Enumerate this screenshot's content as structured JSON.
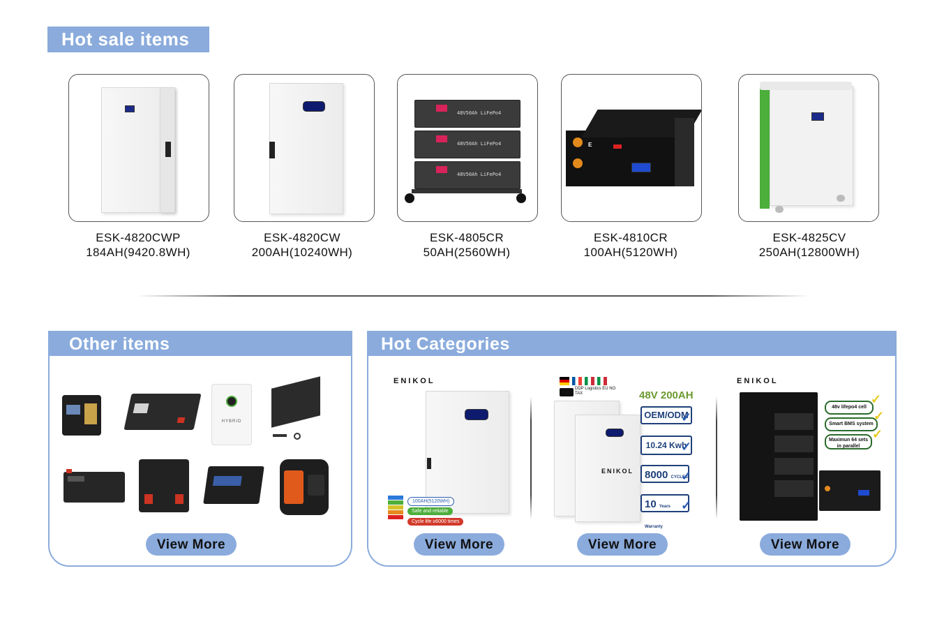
{
  "hot_sale": {
    "title": "Hot sale items",
    "products": [
      {
        "model": "ESK-4820CWP",
        "capacity": "184AH(9420.8WH)"
      },
      {
        "model": "ESK-4820CW",
        "capacity": "200AH(10240WH)"
      },
      {
        "model": "ESK-4805CR",
        "capacity": "50AH(2560WH)"
      },
      {
        "model": "ESK-4810CR",
        "capacity": "100AH(5120WH)"
      },
      {
        "model": "ESK-4825CV",
        "capacity": "250AH(12800WH)"
      }
    ]
  },
  "other_items": {
    "title": "Other items",
    "button": "View More",
    "inverter_label": "HYBRID"
  },
  "hot_categories": {
    "title": "Hot Categories",
    "brand": "ENIKOL",
    "cat1": {
      "pills": [
        "100AH(5120WH)",
        "Safe and reliable",
        "Cycle life ≥6000 times"
      ],
      "button": "View More"
    },
    "cat2": {
      "logistics": "DDP Logistics EU NO TAX",
      "headline": "48V 200AH",
      "badges": [
        "OEM/ODM",
        "10.24 Kwh",
        "8000",
        "10"
      ],
      "badge_subs": [
        "",
        "",
        "CYCLES",
        "Years Warranty"
      ],
      "button": "View More"
    },
    "cat3": {
      "specs": [
        "48v lifepo4 cell",
        "Smart BMS system",
        "Maximun 64 sets in parallel"
      ],
      "button": "View More"
    }
  },
  "colors": {
    "accent": "#8aabdc",
    "navy": "#1e3f7a",
    "green": "#4cae3b"
  },
  "icons": [
    "germany-flag-icon",
    "france-flag-icon",
    "italy-flag-icon",
    "truck-icon",
    "checkmark-icon",
    "battery-level-icon"
  ]
}
